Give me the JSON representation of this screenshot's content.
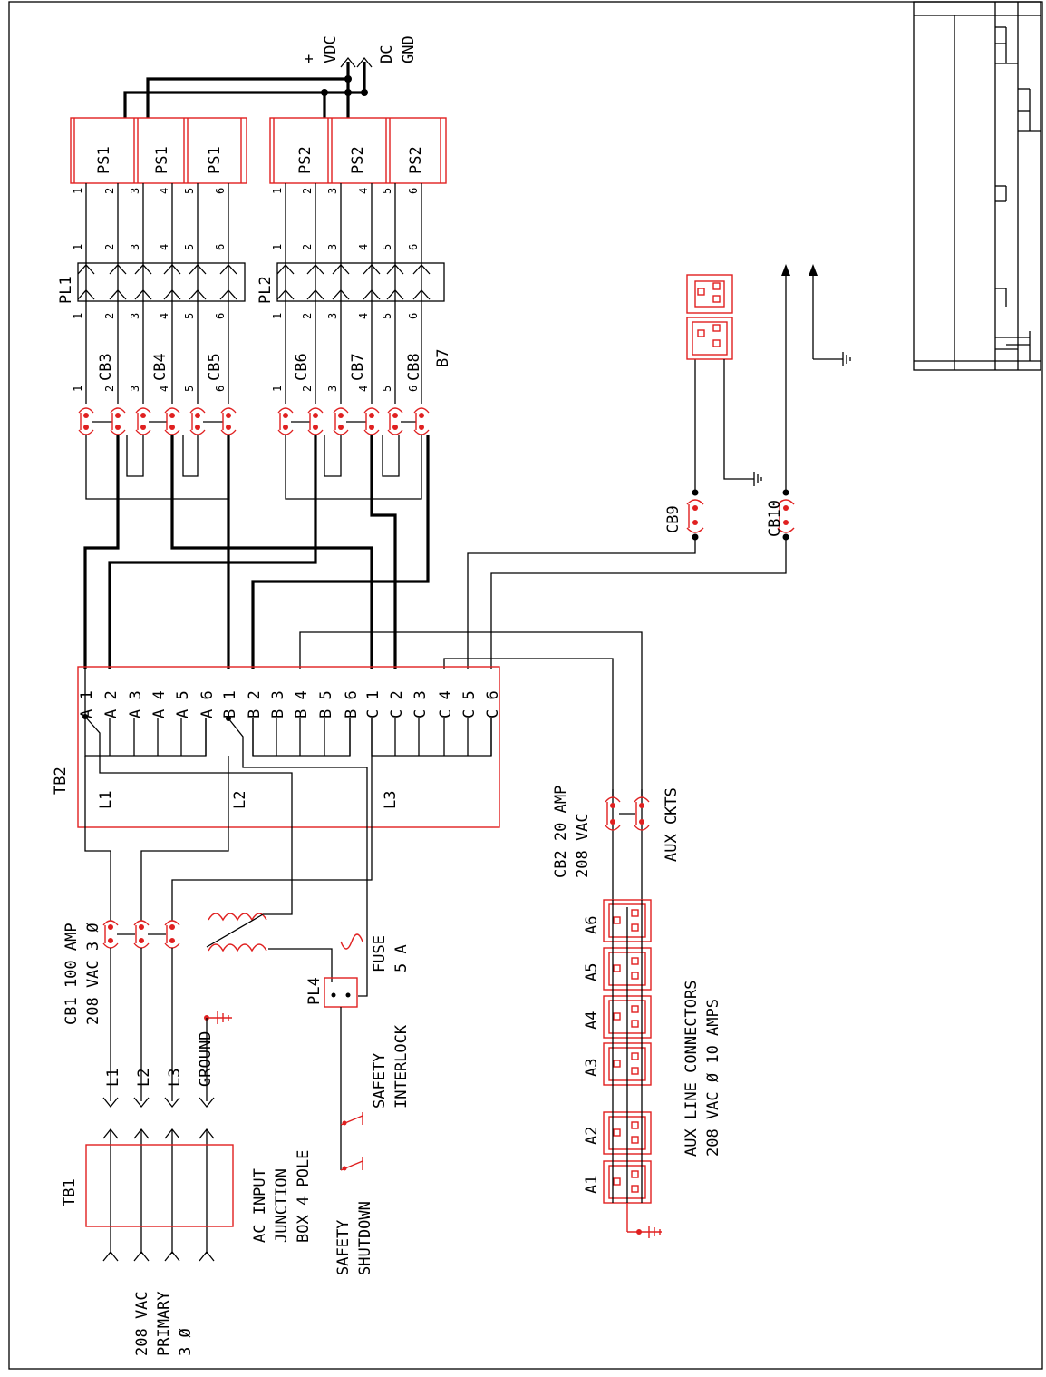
{
  "power_supplies": {
    "ps1": [
      "PS1",
      "PS1",
      "PS1"
    ],
    "ps2": [
      "PS2",
      "PS2",
      "PS2"
    ],
    "pins": [
      "1",
      "2",
      "3",
      "4",
      "5",
      "6"
    ]
  },
  "dc_output": {
    "plus": "+",
    "vdc": "VDC",
    "dc": "DC",
    "gnd": "GND"
  },
  "plugs": {
    "pl1": "PL1",
    "pl2": "PL2",
    "pl4": "PL4"
  },
  "breakers": {
    "cb3": "CB3",
    "cb4": "CB4",
    "cb5": "CB5",
    "cb6": "CB6",
    "cb7": "CB7",
    "cb8": "CB8",
    "b7": "B7",
    "cb9": "CB9",
    "cb10": "CB10"
  },
  "tb2": {
    "label": "TB2",
    "terminals": [
      "A 1",
      "A 2",
      "A 3",
      "A 4",
      "A 5",
      "A 6",
      "B 1",
      "B 2",
      "B 3",
      "B 4",
      "B 5",
      "B 6",
      "C 1",
      "C 2",
      "C 3",
      "C 4",
      "C 5",
      "C 6"
    ],
    "l1": "L1",
    "l2": "L2",
    "l3": "L3"
  },
  "cb2": {
    "line1": "CB2  20 AMP",
    "line2": "208  VAC",
    "aux": "AUX CKTS"
  },
  "cb1": {
    "line1": "CB1  100 AMP",
    "line2": "208  VAC  3  Ø"
  },
  "fuse": {
    "line1": "FUSE",
    "line2": "5 A"
  },
  "input_lines": {
    "l1": "L1",
    "l2": "L2",
    "l3": "L3",
    "ground": "GROUND"
  },
  "tb1": {
    "label": "TB1"
  },
  "ac_input": {
    "line1": "AC INPUT",
    "line2": "JUNCTION",
    "line3": "BOX 4 POLE"
  },
  "primary": {
    "line1": "208  VAC",
    "line2": "PRIMARY",
    "line3": "3  Ø"
  },
  "safety_interlock": {
    "line1": "SAFETY",
    "line2": "INTERLOCK"
  },
  "safety_shutdown": {
    "line1": "SAFETY",
    "line2": "SHUTDOWN"
  },
  "aux_connectors": {
    "labels": [
      "A6",
      "A5",
      "A4",
      "A3",
      "A2",
      "A1"
    ],
    "line1": "AUX  LINE  CONNECTORS",
    "line2": "208  VAC  Ø 10 AMPS"
  },
  "colors": {
    "component": "#e02020",
    "wire": "#000000"
  }
}
